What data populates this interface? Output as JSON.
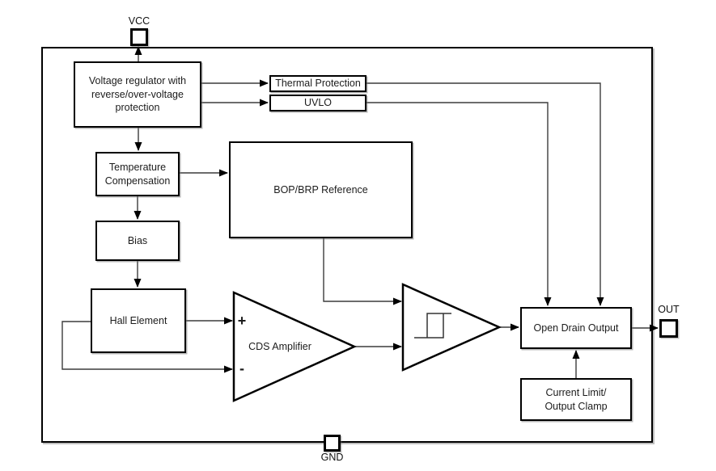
{
  "diagram": {
    "pins": {
      "vcc": "VCC",
      "gnd": "GND",
      "out": "OUT"
    },
    "blocks": {
      "regulator": "Voltage regulator with\nreverse/over-voltage\nprotection",
      "thermal_protection": "Thermal Protection",
      "uvlo": "UVLO",
      "temperature_compensation": "Temperature\nCompensation",
      "bias": "Bias",
      "hall_element": "Hall Element",
      "bop_brp_reference": "BOP/BRP Reference",
      "cds_amplifier": "CDS Amplifier",
      "cds_amplifier_plus": "+",
      "cds_amplifier_minus": "-",
      "open_drain_output": "Open Drain Output",
      "current_limit_output_clamp": "Current Limit/\nOutput Clamp"
    },
    "connections": [
      {
        "from": "regulator",
        "to": "vcc_pin"
      },
      {
        "from": "regulator",
        "to": "thermal_protection"
      },
      {
        "from": "regulator",
        "to": "uvlo"
      },
      {
        "from": "regulator",
        "to": "temperature_compensation"
      },
      {
        "from": "thermal_protection",
        "to": "open_drain_output"
      },
      {
        "from": "uvlo",
        "to": "open_drain_output"
      },
      {
        "from": "temperature_compensation",
        "to": "bop_brp_reference"
      },
      {
        "from": "temperature_compensation",
        "to": "bias"
      },
      {
        "from": "bias",
        "to": "hall_element"
      },
      {
        "from": "hall_element",
        "to": "cds_amplifier_plus"
      },
      {
        "from": "hall_element",
        "to": "cds_amplifier_minus"
      },
      {
        "from": "bop_brp_reference",
        "to": "schmitt_trigger"
      },
      {
        "from": "cds_amplifier",
        "to": "schmitt_trigger"
      },
      {
        "from": "schmitt_trigger",
        "to": "open_drain_output"
      },
      {
        "from": "current_limit_output_clamp",
        "to": "open_drain_output"
      },
      {
        "from": "open_drain_output",
        "to": "out_pin"
      }
    ],
    "colors": {
      "line": "#3c3c3c",
      "box_border": "#000000",
      "background": "#ffffff"
    }
  }
}
